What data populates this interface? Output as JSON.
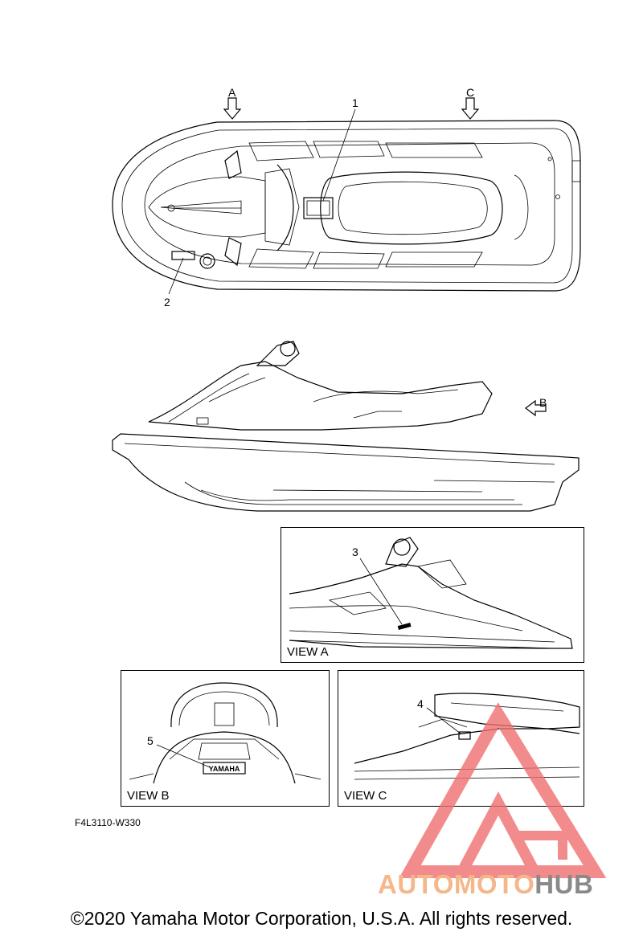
{
  "callouts": {
    "c1": "1",
    "c2": "2",
    "c3": "3",
    "c4": "4",
    "c5": "5"
  },
  "arrows": {
    "a": "A",
    "b": "B",
    "c": "C"
  },
  "views": {
    "view_a": "VIEW A",
    "view_b": "VIEW B",
    "view_c": "VIEW C"
  },
  "figure_code": "F4L3110-W330",
  "copyright": "©2020 Yamaha Motor Corporation, U.S.A. All rights reserved.",
  "watermark": {
    "part1": "AUTOMOTO",
    "part2": "HUB",
    "color1": "#f5b78a",
    "color2": "#8a8a8a",
    "logo_color": "#f07070"
  },
  "sticker_text": "YAMAHA"
}
